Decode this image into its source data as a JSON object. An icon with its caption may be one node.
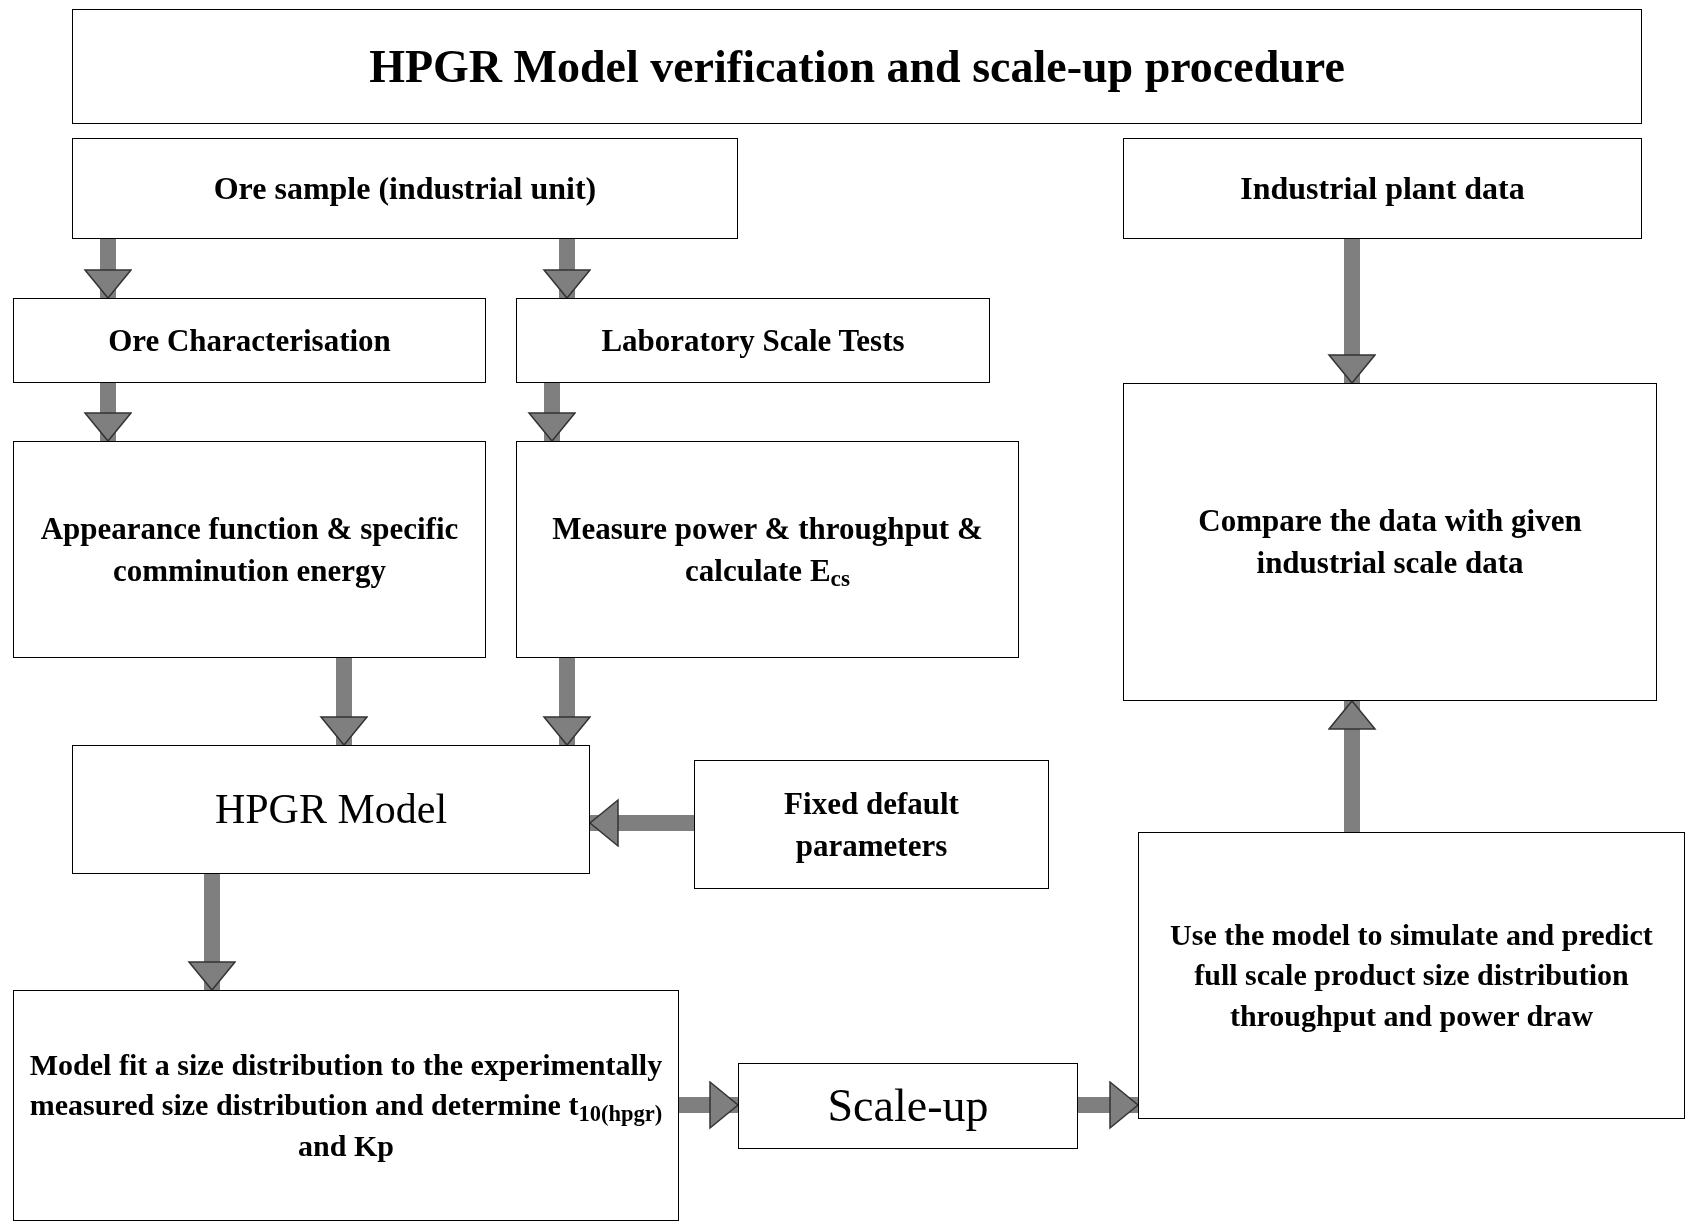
{
  "diagram": {
    "title": "HPGR Model verification and scale-up procedure",
    "nodes": [
      {
        "text": [
          "Ore sample (industrial unit)"
        ]
      },
      {
        "text": [
          "Industrial plant data"
        ]
      },
      {
        "text": [
          "Ore Characterisation"
        ]
      },
      {
        "text": [
          "Laboratory Scale Tests"
        ]
      },
      {
        "text": [
          "Appearance function & specific comminution energy"
        ]
      },
      {
        "text": [
          "Measure power & throughput & calculate E$_{cs}$"
        ]
      },
      {
        "text": [
          "Compare the data with given industrial scale data"
        ]
      },
      {
        "text": [
          "HPGR Model"
        ]
      },
      {
        "text": [
          "Fixed default parameters"
        ]
      },
      {
        "text": [
          "Model fit a size distribution to the experimentally measured size distribution and determine t$_{10(hpgr)}$ and Kp"
        ]
      },
      {
        "text": [
          "Scale-up"
        ]
      },
      {
        "text": [
          "Use the model to simulate and predict full scale product size distribution throughput and power draw"
        ]
      }
    ],
    "edges": [
      {
        "from": 0,
        "to": 2,
        "arrow": "to"
      },
      {
        "from": 0,
        "to": 3,
        "arrow": "to"
      },
      {
        "from": 2,
        "to": 4,
        "arrow": "to"
      },
      {
        "from": 3,
        "to": 5,
        "arrow": "to"
      },
      {
        "from": 4,
        "to": 7,
        "arrow": "to"
      },
      {
        "from": 5,
        "to": 7,
        "arrow": "to"
      },
      {
        "from": 8,
        "to": 7,
        "arrow": "to"
      },
      {
        "from": 7,
        "to": 9,
        "arrow": "to"
      },
      {
        "from": 9,
        "to": 10,
        "arrow": "to"
      },
      {
        "from": 10,
        "to": 11,
        "arrow": "to"
      },
      {
        "from": 1,
        "to": 6,
        "arrow": "to"
      },
      {
        "from": 11,
        "to": 6,
        "arrow": "to"
      }
    ]
  }
}
